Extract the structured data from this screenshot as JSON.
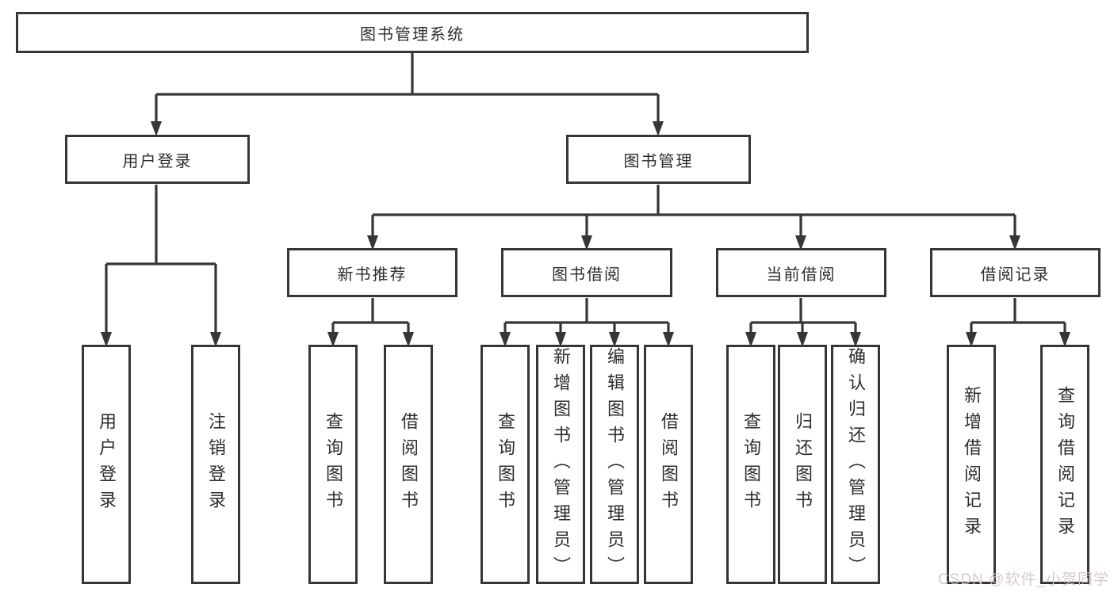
{
  "diagram": {
    "root": {
      "label": "图书管理系统"
    },
    "branches": [
      {
        "label": "用户登录",
        "children": [
          {
            "label": "用户登录"
          },
          {
            "label": "注销登录"
          }
        ]
      },
      {
        "label": "图书管理",
        "children": [
          {
            "label": "新书推荐",
            "children": [
              {
                "label": "查询图书"
              },
              {
                "label": "借阅图书"
              }
            ]
          },
          {
            "label": "图书借阅",
            "children": [
              {
                "label": "查询图书"
              },
              {
                "label": "新增图书（管理员）"
              },
              {
                "label": "编辑图书（管理员）"
              },
              {
                "label": "借阅图书"
              }
            ]
          },
          {
            "label": "当前借阅",
            "children": [
              {
                "label": "查询图书"
              },
              {
                "label": "归还图书"
              },
              {
                "label": "确认归还（管理员）"
              }
            ]
          },
          {
            "label": "借阅记录",
            "children": [
              {
                "label": "新增借阅记录"
              },
              {
                "label": "查询借阅记录"
              }
            ]
          }
        ]
      }
    ]
  },
  "watermark": {
    "text": "CSDN @软件_小贺同学"
  },
  "colors": {
    "line": "#363636",
    "box_border": "#363636",
    "box_fill": "#ffffff",
    "text": "#2d2d2d",
    "watermark": "#d2c4c4"
  }
}
